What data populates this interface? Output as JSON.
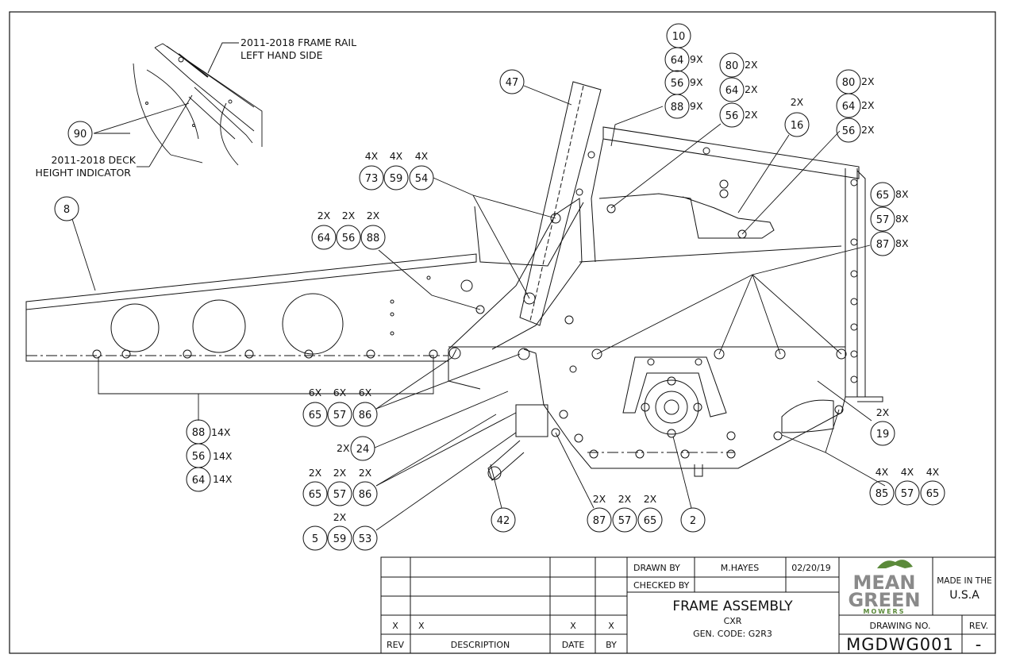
{
  "callouts": {
    "note_rail_1": "2011-2018 FRAME RAIL",
    "note_rail_2": "LEFT HAND SIDE",
    "note_deck_1": "2011-2018 DECK",
    "note_deck_2": "HEIGHT INDICATOR",
    "b10": "10",
    "b64a": "64",
    "q9x_1": "9X",
    "b56a": "56",
    "q9x_2": "9X",
    "b88a": "88",
    "q9x_3": "9X",
    "b80a": "80",
    "q2x_a": "2X",
    "b64b": "64",
    "q2x_b": "2X",
    "b56b": "56",
    "q2x_c": "2X",
    "b80b": "80",
    "q2x_d": "2X",
    "b64c": "64",
    "q2x_e": "2X",
    "b56c": "56",
    "q2x_f": "2X",
    "q2x_16": "2X",
    "b16": "16",
    "b47": "47",
    "b90": "90",
    "q4x_1": "4X",
    "q4x_2": "4X",
    "q4x_3": "4X",
    "b73": "73",
    "b59a": "59",
    "b54": "54",
    "b8": "8",
    "q2x_g": "2X",
    "q2x_h": "2X",
    "q2x_i": "2X",
    "b64d": "64",
    "b56d": "56",
    "b88b": "88",
    "b65a": "65",
    "q8x_1": "8X",
    "b57a": "57",
    "q8x_2": "8X",
    "b87a": "87",
    "q8x_3": "8X",
    "q6x_1": "6X",
    "q6x_2": "6X",
    "q6x_3": "6X",
    "b65b": "65",
    "b57b": "57",
    "b86a": "86",
    "q2x_24": "2X",
    "b24": "24",
    "b88c": "88",
    "q14x_1": "14X",
    "b56e": "56",
    "q14x_2": "14X",
    "b64e": "64",
    "q14x_3": "14X",
    "q2x_j": "2X",
    "q2x_k": "2X",
    "q2x_l": "2X",
    "b65c": "65",
    "b57c": "57",
    "b86b": "86",
    "q2x_5": "2X",
    "b5": "5",
    "b59b": "59",
    "b53": "53",
    "b42": "42",
    "q2x_m": "2X",
    "q2x_n": "2X",
    "q2x_o": "2X",
    "b87b": "87",
    "b57d": "57",
    "b65d": "65",
    "b2": "2",
    "q2x_19": "2X",
    "b19": "19",
    "q4x_4": "4X",
    "q4x_5": "4X",
    "q4x_6": "4X",
    "b85": "85",
    "b57e": "57",
    "b65e": "65"
  },
  "title_block": {
    "drawn_by_label": "DRAWN BY",
    "drawn_by": "M.HAYES",
    "date": "02/20/19",
    "checked_by_label": "CHECKED BY",
    "title": "FRAME ASSEMBLY",
    "model": "CXR",
    "gen_code": "GEN. CODE: G2R3",
    "logo_line1": "MEAN",
    "logo_line2": "GREEN",
    "logo_line3": "MOWERS",
    "made_in_1": "MADE IN THE",
    "made_in_2": "U.S.A",
    "drawing_no_label": "DRAWING NO.",
    "rev_label": "REV.",
    "drawing_no": "MGDWG001",
    "rev": "-",
    "rev_row": {
      "rev": "X",
      "description": "X",
      "date": "X",
      "by": "X"
    },
    "headers": {
      "rev": "REV",
      "description": "DESCRIPTION",
      "date": "DATE",
      "by": "BY"
    }
  },
  "colors": {
    "line": "#111111",
    "logo_green": "#5b8a3a",
    "logo_gray": "#8a8a8a"
  }
}
